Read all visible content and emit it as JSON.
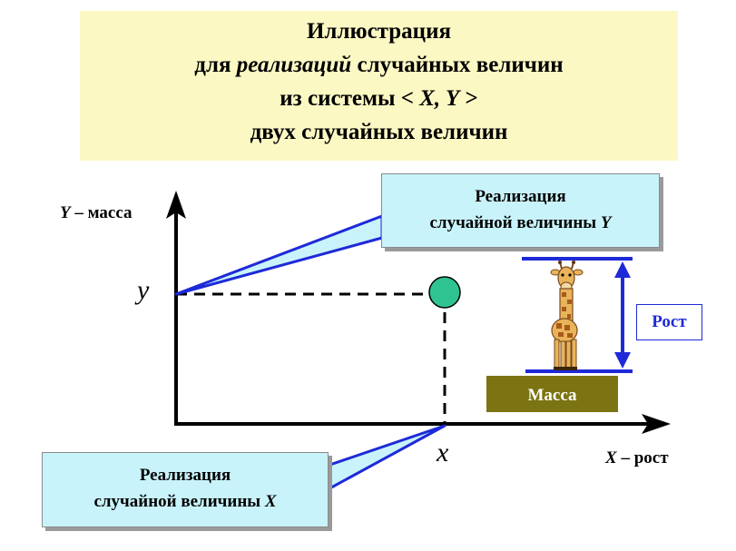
{
  "title": {
    "line1": "Иллюстрация",
    "line2_pre": "для ",
    "line2_em": "реализаций",
    "line2_post": " случайных величин",
    "line3_pre": "из системы < ",
    "line3_em": "X, Y",
    "line3_post": " >",
    "line4": "двух случайных величин"
  },
  "axes": {
    "y_var": "Y",
    "y_label": " – масса",
    "x_var": "X",
    "x_label": " – рост"
  },
  "coords": {
    "y": "y",
    "x": "x"
  },
  "callouts": {
    "y_line1": "Реализация",
    "y_line2": "случайной величины ",
    "y_var": "Y",
    "x_line1": "Реализация",
    "x_line2": "случайной величины ",
    "x_var": "X"
  },
  "legend": {
    "rost": "Рост",
    "massa": "Масса"
  },
  "colors": {
    "title_bg": "#fcf8c4",
    "callout_bg": "#c9f3fb",
    "pointer_blue": "#1e2ad8",
    "point_fill": "#2fc391",
    "massa_bg": "#7c7412"
  },
  "icons": {
    "giraffe": "giraffe-illustration",
    "point": "data-point-circle"
  }
}
